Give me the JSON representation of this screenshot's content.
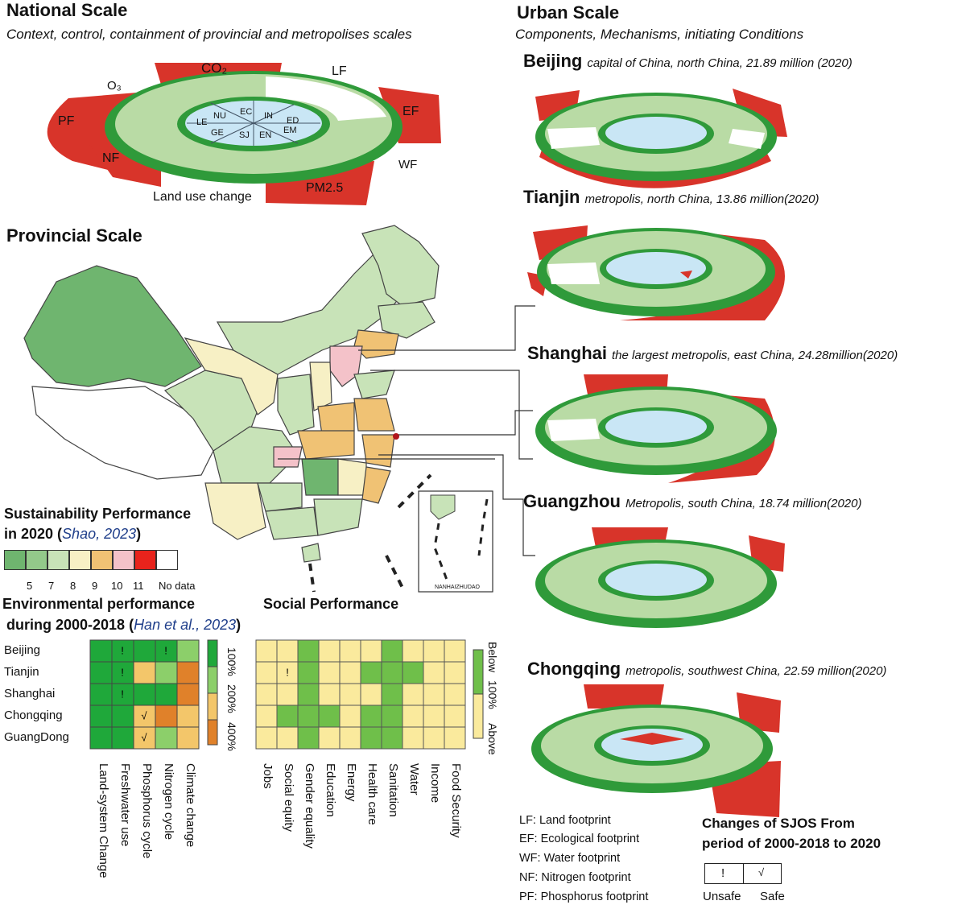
{
  "national": {
    "title": "National Scale",
    "subtitle": "Context, control, containment of  provincial and metropolises scales",
    "labels": {
      "o3": "O₃",
      "co2": "CO₂",
      "lf": "LF",
      "ef": "EF",
      "pf": "PF",
      "nf": "NF",
      "wf": "WF",
      "pm25": "PM2.5",
      "land_use": "Land use change"
    },
    "inner_labels": [
      "NU",
      "EC",
      "IN",
      "LE",
      "ED",
      "GE",
      "SJ",
      "EN",
      "EM"
    ]
  },
  "urban": {
    "title": "Urban Scale",
    "subtitle": "Components, Mechanisms, initiating Conditions",
    "cities": [
      {
        "name": "Beijing",
        "desc": "capital of China,  north China, 21.89 million (2020)"
      },
      {
        "name": "Tianjin",
        "desc": "metropolis, north China, 13.86 million(2020)"
      },
      {
        "name": "Shanghai",
        "desc": "the largest metropolis, east China, 24.28million(2020)"
      },
      {
        "name": "Guangzhou",
        "desc": "Metropolis, south China, 18.74 million(2020)"
      },
      {
        "name": "Chongqing",
        "desc": "metropolis, southwest China, 22.59 million(2020)"
      }
    ]
  },
  "provincial": {
    "title": "Provincial Scale",
    "map_inset_label": "NANHAIZHUDAO"
  },
  "sustainability": {
    "title_line1": "Sustainability Performance",
    "title_line2": "in 2020 (",
    "cite": "Shao, 2023",
    "close": ")",
    "legend_colors": [
      "#6fb56f",
      "#93c98a",
      "#c8e3b8",
      "#f7f0c5",
      "#f0c274",
      "#f4c2c9",
      "#e8231c",
      "#ffffff"
    ],
    "legend_labels": [
      "5",
      "7",
      "8",
      "9",
      "10",
      "11",
      "No data"
    ]
  },
  "environmental": {
    "title_line1": "Environmental performance",
    "title_line2": "during 2000-2018  (",
    "cite": "Han et al., 2023",
    "close": ")",
    "rows": [
      "Beijing",
      "Tianjin",
      "Shanghai",
      "Chongqing",
      "GuangDong"
    ],
    "columns": [
      "Land-system Change",
      "Freshwater use",
      "Phosphorus cycle",
      "Nitrogen cycle",
      "Climate change"
    ],
    "colors": {
      "green": "#1fa83a",
      "light": "#8ccf6a",
      "yellow": "#f3c66a",
      "orange": "#e0812a"
    },
    "scale_labels": [
      "100%",
      "200%",
      "400%"
    ]
  },
  "social": {
    "title": "Social Performance",
    "columns": [
      "Jobs",
      "Social equity",
      "Gender equality",
      "Education",
      "Energy",
      "Health care",
      "Sanitation",
      "Water",
      "Income",
      "Food Security"
    ],
    "colors": {
      "yellow": "#faea9d",
      "green": "#6fbf4a"
    },
    "scale_labels": {
      "below": "Below",
      "pct": "100%",
      "above": "Above"
    }
  },
  "footprints": [
    "LF: Land footprint",
    "EF: Ecological footprint",
    "WF: Water footprint",
    "NF: Nitrogen footprint",
    "PF: Phosphorus footprint"
  ],
  "sjos": {
    "title_line1": "Changes of SJOS From",
    "title_line2": "period of 2000-2018 to 2020",
    "unsafe_symbol": "!",
    "safe_symbol": "√",
    "unsafe_label": "Unsafe",
    "safe_label": "Safe"
  }
}
